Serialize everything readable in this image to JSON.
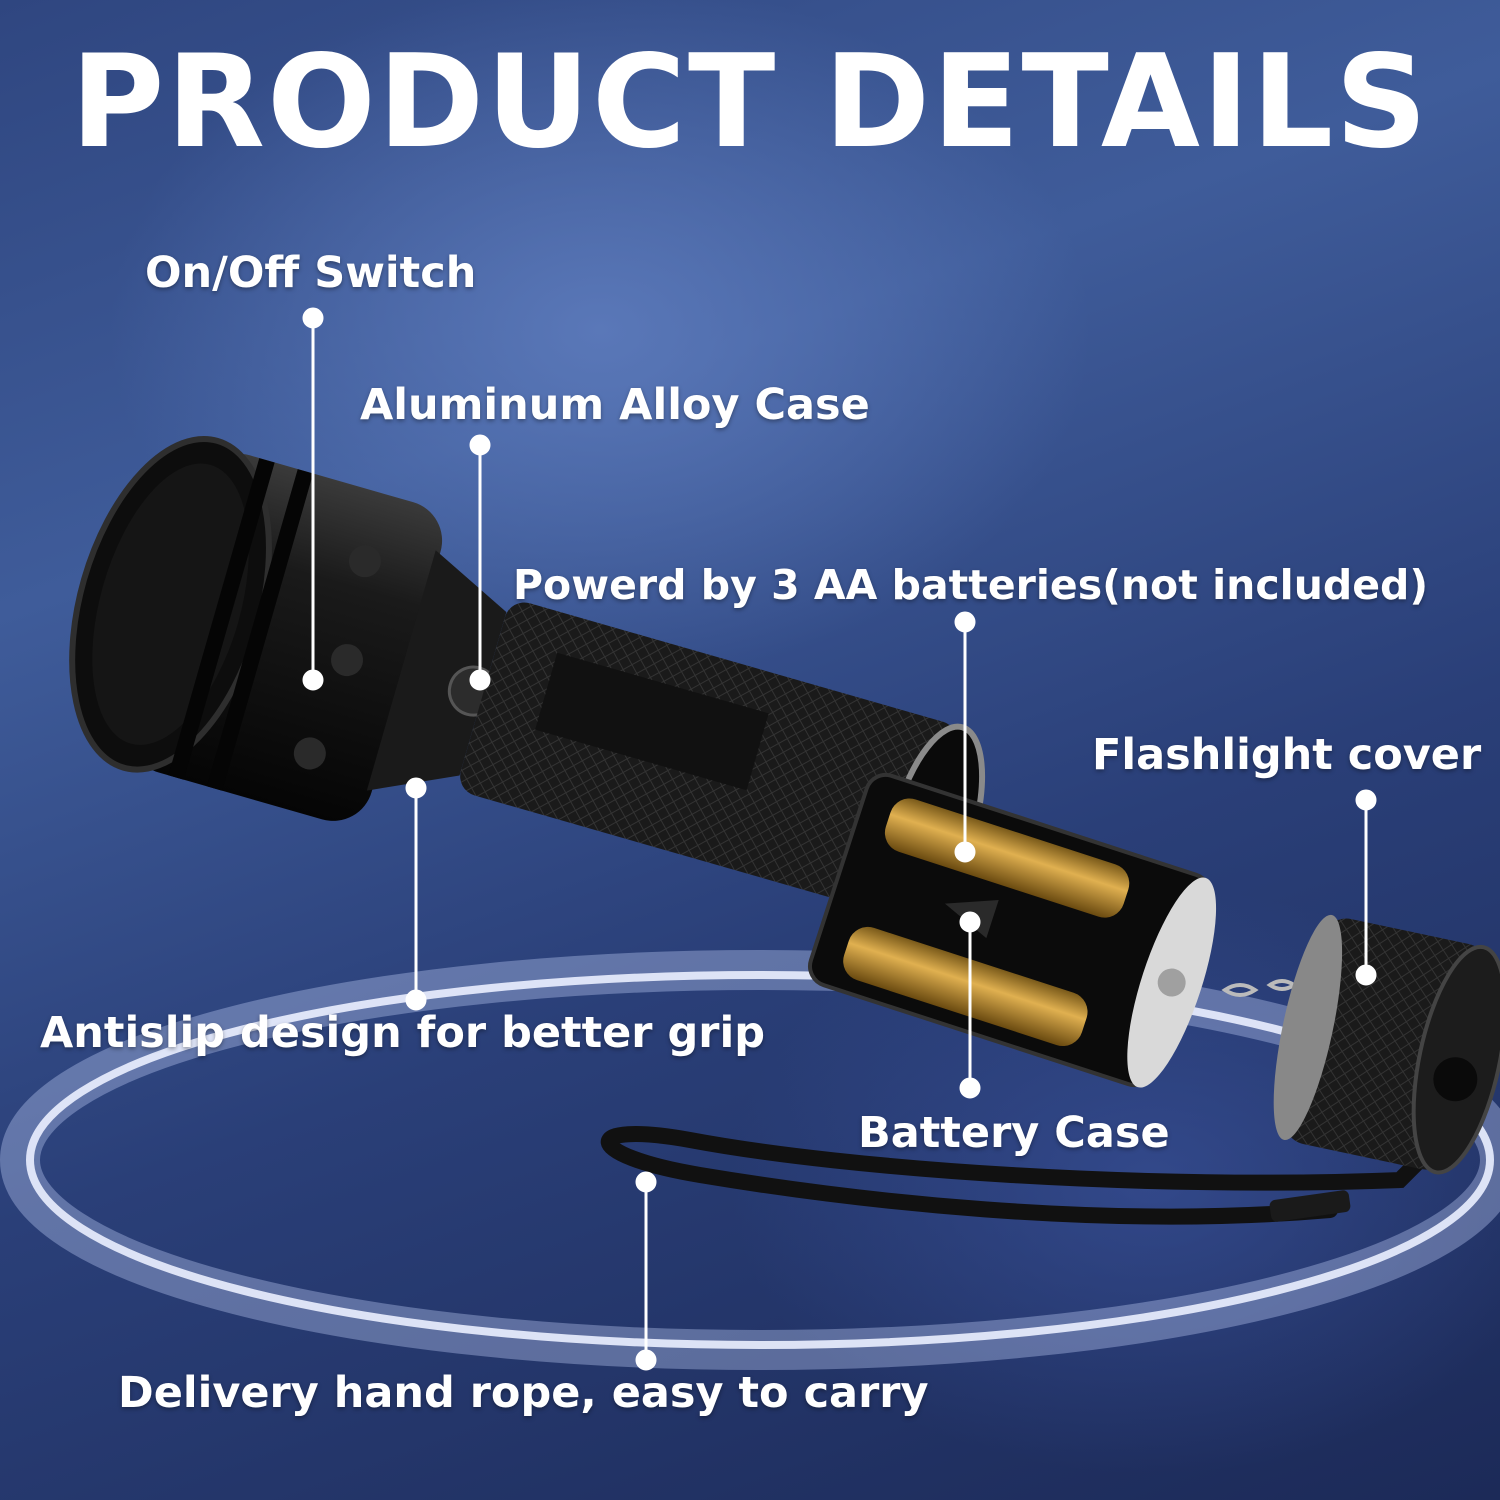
{
  "title": "PRODUCT DETAILS",
  "callouts": {
    "switch": "On/Off Switch",
    "case": "Aluminum Alloy Case",
    "power": "Powerd by 3 AA batteries(not included)",
    "cover": "Flashlight cover",
    "grip": "Antislip design for better grip",
    "battery_case": "Battery Case",
    "rope": "Delivery hand rope, easy to carry"
  },
  "colors": {
    "background": "#2f4680",
    "text": "#ffffff",
    "body": "#141414"
  }
}
